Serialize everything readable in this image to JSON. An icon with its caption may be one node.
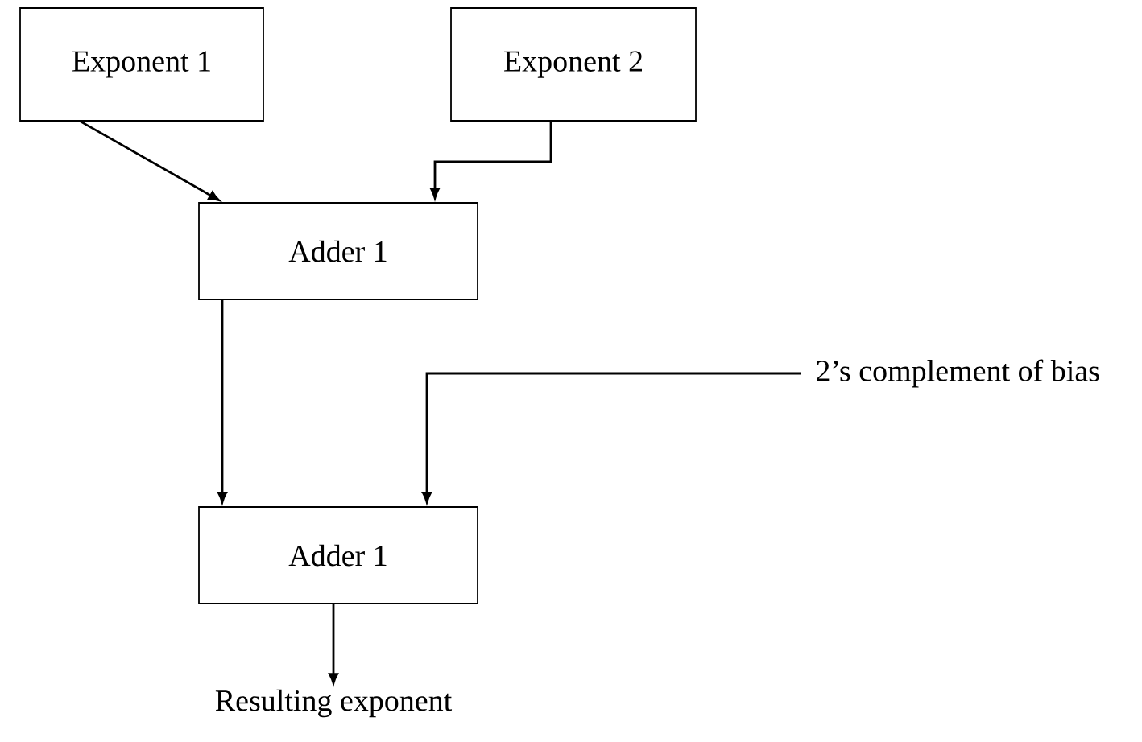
{
  "diagram": {
    "nodes": [
      {
        "text": [
          "Exponent 1"
        ]
      },
      {
        "text": [
          "Exponent 2"
        ]
      },
      {
        "text": [
          "Adder 1"
        ]
      },
      {
        "text": [
          "2’s complement of bias"
        ]
      },
      {
        "text": [
          "Adder 1"
        ]
      },
      {
        "text": [
          "Resulting exponent"
        ]
      }
    ],
    "edges": [
      {
        "from": 0,
        "to": 2,
        "arrow": "to"
      },
      {
        "from": 1,
        "to": 2,
        "arrow": "to"
      },
      {
        "from": 2,
        "to": 4,
        "arrow": "to"
      },
      {
        "from": 3,
        "to": 4,
        "arrow": "to"
      },
      {
        "from": 4,
        "to": 5,
        "arrow": "to"
      }
    ]
  }
}
